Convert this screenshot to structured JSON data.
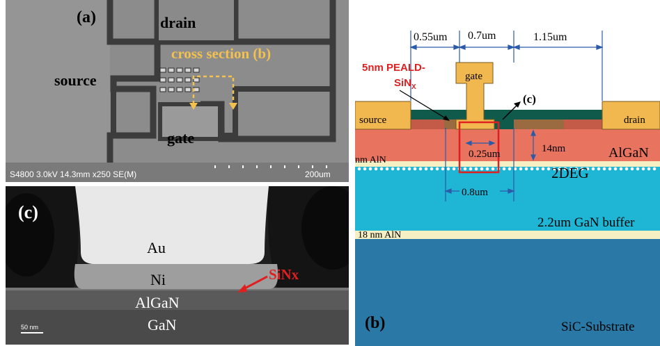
{
  "panel_a": {
    "label": "(a)",
    "drain": "drain",
    "source": "source",
    "gate": "gate",
    "cross_section": "cross section (b)",
    "info_bar": "S4800 3.0kV 14.3mm x250 SE(M)",
    "scale": "200um",
    "accent_color": "#f2c14e"
  },
  "panel_c": {
    "label": "(c)",
    "au": "Au",
    "ni": "Ni",
    "algan": "AlGaN",
    "gan": "GaN",
    "sinx": "SiNx",
    "scale": "50 nm",
    "arrow_color": "#e02020"
  },
  "panel_b": {
    "label": "(b)",
    "dim_1": "0.55um",
    "dim_2": "0.7um",
    "dim_3": "1.15um",
    "peald_line1": "5nm PEALD-",
    "peald_line2": "SiN",
    "peald_sub": "X",
    "gate": "gate",
    "callout": "(c)",
    "source": "source",
    "drain": "drain",
    "gate_len": "0.25um",
    "thickness": "14nm",
    "aln_top": "nm AlN",
    "algan": "AlGaN",
    "twodeg": "2DEG",
    "width": "0.8um",
    "buffer": "2.2um GaN buffer",
    "aln_bottom": "18 nm AlN",
    "substrate": "SiC-Substrate",
    "colors": {
      "algan": "#e8735f",
      "gan": "#1fb6d6",
      "substrate": "#2a78a6",
      "metal": "#f0b84f",
      "passivation": "#0f5a4a",
      "highlight": "#e02020",
      "dimension": "#2a5aa8"
    }
  }
}
